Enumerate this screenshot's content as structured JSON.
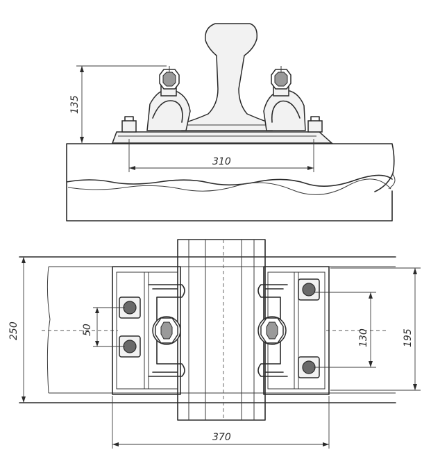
{
  "dimensions": {
    "height_total": "135",
    "plate_length_top": "310",
    "plate_width": "250",
    "bolt_spacing_left": "50",
    "bolt_spacing_right": "130",
    "plate_length_right": "195",
    "plate_length_bottom": "370"
  }
}
